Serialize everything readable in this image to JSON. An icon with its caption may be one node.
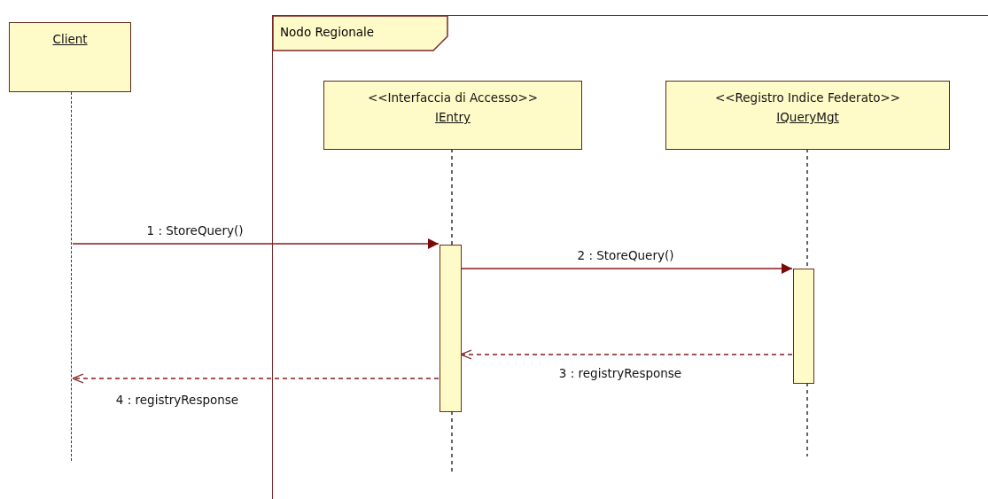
{
  "diagram": {
    "nodes": [
      {
        "text": [
          "Nodo Regionale"
        ]
      },
      {
        "text": [
          "Client"
        ]
      },
      {
        "text": [
          "<<Interfaccia di Accesso>>",
          "IEntry"
        ],
        "in": 0
      },
      {
        "text": [
          "<<Registro Indice Federato>>",
          "IQueryMgt"
        ],
        "in": 0
      },
      {
        "text": [],
        "shape": "line"
      },
      {
        "text": [],
        "shape": "bar",
        "in": 0
      },
      {
        "text": [],
        "shape": "bar",
        "in": 0
      }
    ],
    "edges": [
      {
        "from": 4,
        "to": 5,
        "arrow": "to",
        "label": "1 : StoreQuery()"
      },
      {
        "from": 5,
        "to": 6,
        "arrow": "to",
        "label": "2 : StoreQuery()"
      },
      {
        "from": 6,
        "to": 5,
        "arrow": "to",
        "label": "3 : registryResponse",
        "style": "dashed"
      },
      {
        "from": 5,
        "to": 4,
        "arrow": "to",
        "label": "4 : registryResponse",
        "style": "dashed"
      }
    ]
  }
}
